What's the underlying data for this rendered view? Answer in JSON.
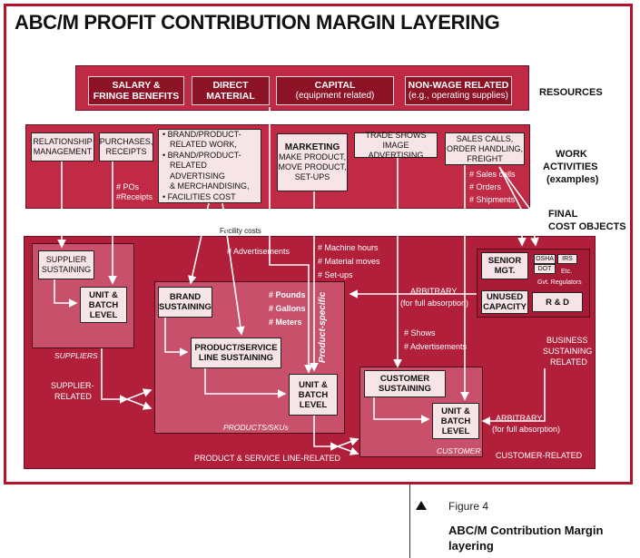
{
  "title": "ABC/M PROFIT CONTRIBUTION MARGIN LAYERING",
  "right_labels": {
    "resources": "RESOURCES",
    "work_activities_1": "WORK",
    "work_activities_2": "ACTIVITIES",
    "work_activities_3": "(examples)",
    "final_cost_objects_1": "FINAL",
    "final_cost_objects_2": "COST OBJECTS"
  },
  "resources": [
    {
      "line1": "SALARY &",
      "line2": "FRINGE BENEFITS",
      "sub": ""
    },
    {
      "line1": "DIRECT",
      "line2": "MATERIAL",
      "sub": ""
    },
    {
      "line1": "CAPITAL",
      "line2": "",
      "sub": "(equipment related)"
    },
    {
      "line1": "NON-WAGE RELATED",
      "line2": "",
      "sub": "(e.g., operating supplies)"
    }
  ],
  "activities": {
    "relationship": [
      "RELATIONSHIP",
      "MANAGEMENT"
    ],
    "purchases": [
      "PURCHASES,",
      "RECEIPTS"
    ],
    "brand_bullets": [
      "• BRAND/PRODUCT-",
      "RELATED WORK,",
      "• BRAND/PRODUCT-",
      "RELATED ADVERTISING",
      "& MERCHANDISING,",
      "• FACILITIES COST"
    ],
    "marketing_title": "MARKETING",
    "marketing_lines": [
      "MAKE PRODUCT,",
      "MOVE PRODUCT,",
      "SET-UPS"
    ],
    "trade_shows": [
      "TRADE SHOWS",
      "IMAGE ADVERTISING"
    ],
    "sales_calls": [
      "SALES CALLS,",
      "ORDER HANDLING,",
      "FREIGHT"
    ]
  },
  "drivers": {
    "pos": "# POs",
    "receipts": "#Receipts",
    "sales_calls": "# Sales calls",
    "orders": "# Orders",
    "shipments": "# Shipments",
    "facility_costs": "Facility costs",
    "advertisements": "# Advertisements",
    "machine_hours": "# Machine hours",
    "material_moves": "# Material moves",
    "set_ups": "# Set-ups",
    "pounds": "# Pounds",
    "gallons": "# Gallons",
    "meters": "# Meters",
    "product_specific": "Product-specific",
    "shows": "# Shows",
    "advertisements2": "# Advertisements",
    "arbitrary1": "ARBITRARY",
    "arbitrary1_sub": "(for full absorption)",
    "arbitrary2": "ARBITRARY",
    "arbitrary2_sub": "(for full absorption)",
    "business_sustaining": [
      "BUSINESS",
      "SUSTAINING",
      "RELATED"
    ],
    "supplier_related": [
      "SUPPLIER-",
      "RELATED"
    ]
  },
  "objects": {
    "supplier_sustaining": [
      "SUPPLIER",
      "SUSTAINING"
    ],
    "unit_batch": [
      "UNIT &",
      "BATCH",
      "LEVEL"
    ],
    "suppliers": "SUPPLIERS",
    "brand_sustaining": [
      "BRAND",
      "SUSTAINING"
    ],
    "product_line": [
      "PRODUCT/SERVICE",
      "LINE SUSTAINING"
    ],
    "products_skus": "PRODUCTS/SKUs",
    "customer_sustaining": [
      "CUSTOMER",
      "SUSTAINING"
    ],
    "customer": "CUSTOMER",
    "senior_mgt": [
      "SENIOR",
      "MGT."
    ],
    "osha": "OSHA",
    "irs": "IRS",
    "dot": "DOT",
    "etc": "Etc.",
    "govt_regulators": "Gvt. Regulators",
    "unused_capacity": [
      "UNUSED",
      "CAPACITY"
    ],
    "rd": "R & D",
    "product_service_line_related": "PRODUCT & SERVICE LINE-RELATED",
    "customer_related": "CUSTOMER-RELATED"
  },
  "caption": {
    "figure": "Figure 4",
    "title_line1": "ABC/M Contribution Margin",
    "title_line2": "layering"
  },
  "colors": {
    "frame": "#b5122a",
    "band": "#c02a45",
    "dark_box": "#8c1226",
    "light_box": "#f6e4e7",
    "region": "#c9506a"
  }
}
